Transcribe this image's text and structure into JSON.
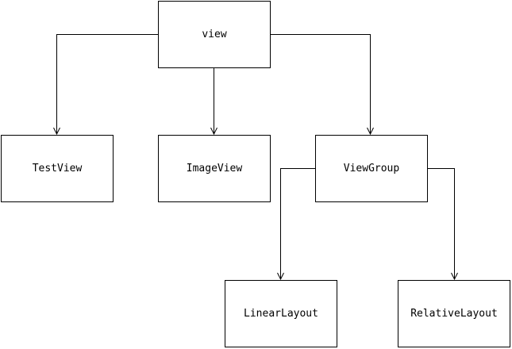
{
  "diagram": {
    "nodes": {
      "view": {
        "label": "view"
      },
      "testview": {
        "label": "TestView"
      },
      "imageview": {
        "label": "ImageView"
      },
      "viewgroup": {
        "label": "ViewGroup"
      },
      "linearlayout": {
        "label": "LinearLayout"
      },
      "relativelayout": {
        "label": "RelativeLayout"
      }
    },
    "edges": [
      {
        "from": "view",
        "to": "testview"
      },
      {
        "from": "view",
        "to": "imageview"
      },
      {
        "from": "view",
        "to": "viewgroup"
      },
      {
        "from": "viewgroup",
        "to": "linearlayout"
      },
      {
        "from": "viewgroup",
        "to": "relativelayout"
      }
    ],
    "colors": {
      "line": "#000000",
      "box_border": "#000000",
      "background": "#ffffff"
    }
  }
}
